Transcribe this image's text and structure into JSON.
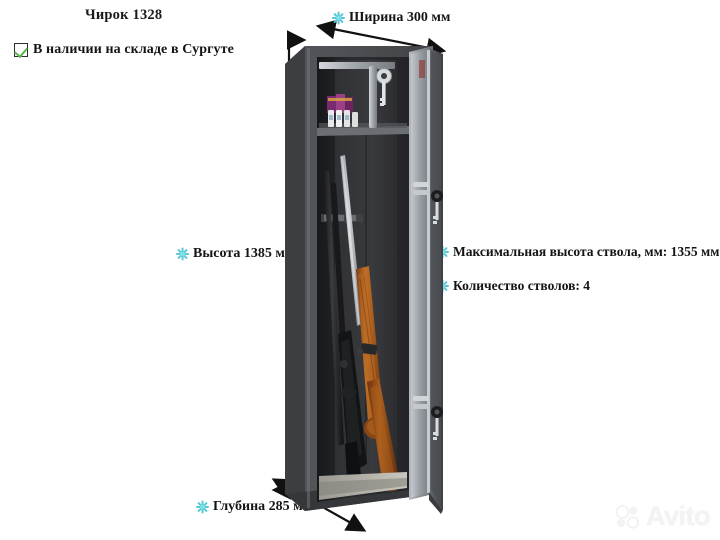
{
  "product": {
    "title": "Чирок 1328",
    "availability": "В наличии на складе в Сургуте",
    "availability_icon": "checkbox-checked-icon",
    "check_color": "#57b84a"
  },
  "dimensions": {
    "width": "Ширина 300 мм",
    "height": "Высота 1385 мм",
    "depth": "Глубина 285 мм"
  },
  "specs": [
    {
      "label": "Максимальная высота ствола, мм: 1355 мм"
    },
    {
      "label": "Количество стволов: 4"
    }
  ],
  "specs_bullet_icon": "asterisk-snowflake-icon",
  "specs_bullet_color": "#58c8d4",
  "illustration": {
    "name": "gun-safe-cabinet",
    "body_color": "#4a4c4f",
    "door_color": "#5a5c60",
    "interior_color": "#2a2b2d",
    "frame_color": "#9aa0a4",
    "stock_wood_color": "#a85d22",
    "barrel_color": "#141414",
    "shelf_items": [
      "purple-box",
      "purple-box",
      "white-bottle",
      "white-bottle",
      "white-bottle"
    ],
    "lock_icon": "key-lock-icon",
    "bolt_count": 4
  },
  "watermark": {
    "text": "Avito",
    "logo_icon": "avito-logo-icon",
    "color": "#f3f3f3"
  }
}
